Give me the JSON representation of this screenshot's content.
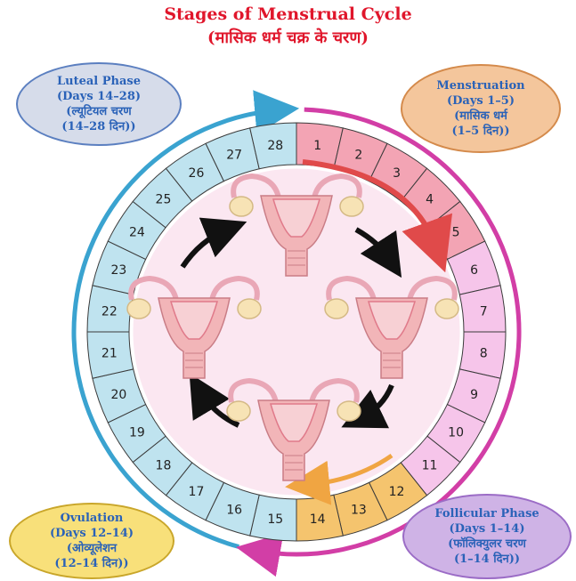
{
  "title": {
    "line1": "Stages of Menstrual Cycle",
    "line2": "(मासिक धर्म चक्र के चरण)"
  },
  "phases": {
    "luteal": {
      "l1": "Luteal Phase",
      "l2": "(Days 14–28)",
      "l3": "(ल्यूटियल चरण",
      "l4": "(14–28 दिन))"
    },
    "menstruation": {
      "l1": "Menstruation",
      "l2": "(Days 1–5)",
      "l3": "(मासिक धर्म",
      "l4": "(1–5 दिन))"
    },
    "ovulation": {
      "l1": "Ovulation",
      "l2": "(Days 12–14)",
      "l3": "(ओव्यूलेशन",
      "l4": "(12–14 दिन))"
    },
    "follicular": {
      "l1": "Follicular Phase",
      "l2": "(Days 1–14)",
      "l3": "(फॉलिक्युलर चरण",
      "l4": "(1–14 दिन))"
    }
  },
  "days": [
    "1",
    "2",
    "3",
    "4",
    "5",
    "6",
    "7",
    "8",
    "9",
    "10",
    "11",
    "12",
    "13",
    "14",
    "15",
    "16",
    "17",
    "18",
    "19",
    "20",
    "21",
    "22",
    "23",
    "24",
    "25",
    "26",
    "27",
    "28"
  ],
  "colors": {
    "menstruation": "#f3a4b4",
    "follicular": "#f6c5ea",
    "ovulation": "#f5c46e",
    "luteal": "#bfe3ef",
    "outer_pink_arc": "#d23ea6",
    "outer_blue_arc": "#3aa3d0",
    "inner_disc": "#fbe7f1",
    "uterus": "#f2b5b8",
    "ovary": "#f7e3b5",
    "title": "#e0162b"
  },
  "icons": [
    "uterus-icon",
    "curved-arrow-icon"
  ]
}
